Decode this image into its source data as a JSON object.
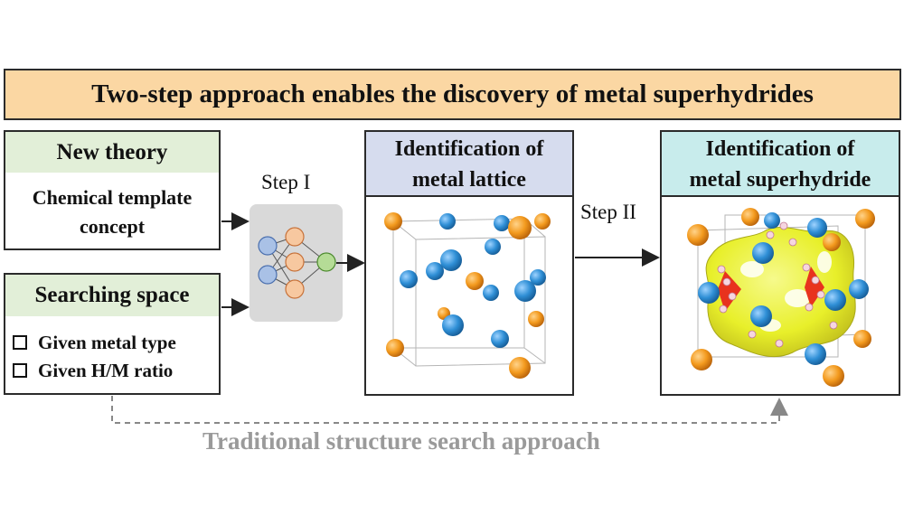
{
  "banner": {
    "title": "Two-step approach enables the discovery of metal superhydrides"
  },
  "theory_box": {
    "header": "New theory",
    "line1": "Chemical template",
    "line2": "concept"
  },
  "search_box": {
    "header": "Searching space",
    "options": [
      "Given metal type",
      "Given H/M ratio"
    ]
  },
  "steps": {
    "step1": "Step I",
    "step2": "Step II"
  },
  "lattice_box": {
    "header_line1": "Identification of",
    "header_line2": "metal lattice"
  },
  "hydride_box": {
    "header_line1": "Identification of",
    "header_line2": "metal superhydride"
  },
  "traditional": {
    "label": "Traditional structure search approach"
  },
  "colors": {
    "banner_bg": "#fbd7a3",
    "green_header": "#e2efd8",
    "blue_header": "#d6dcee",
    "teal_header": "#c8ecec",
    "orange_atom": "#f39a1e",
    "blue_atom": "#2f8fd6",
    "yellow_surface": "#e8ef2a",
    "nn_panel": "#d9d9d9"
  }
}
